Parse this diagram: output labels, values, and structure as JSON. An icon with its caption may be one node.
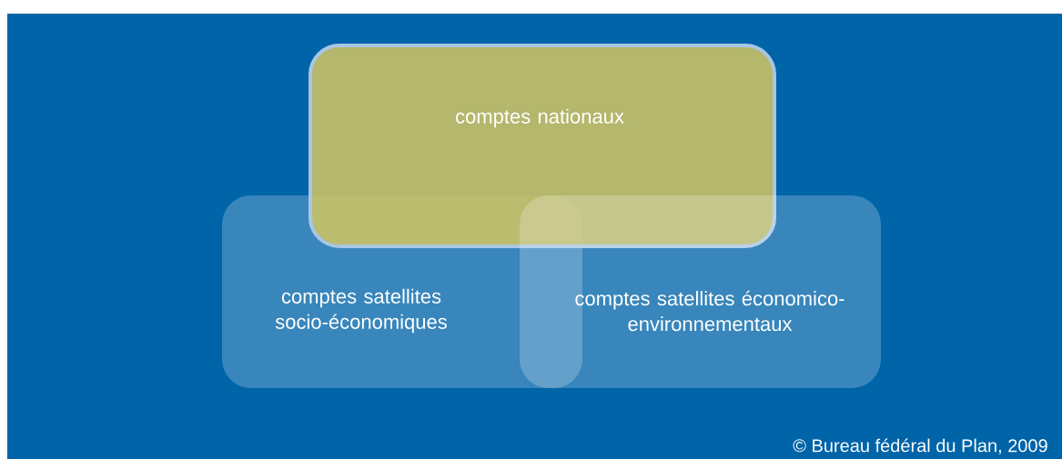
{
  "diagram": {
    "nodes": [
      {
        "text": [
          "comptes nationaux"
        ]
      },
      {
        "text": [
          "comptes satellites socio-économiques"
        ]
      },
      {
        "text": [
          "comptes satellites économico-environnementaux"
        ]
      }
    ],
    "labels": [
      "© Bureau fédéral du Plan, 2009"
    ]
  }
}
